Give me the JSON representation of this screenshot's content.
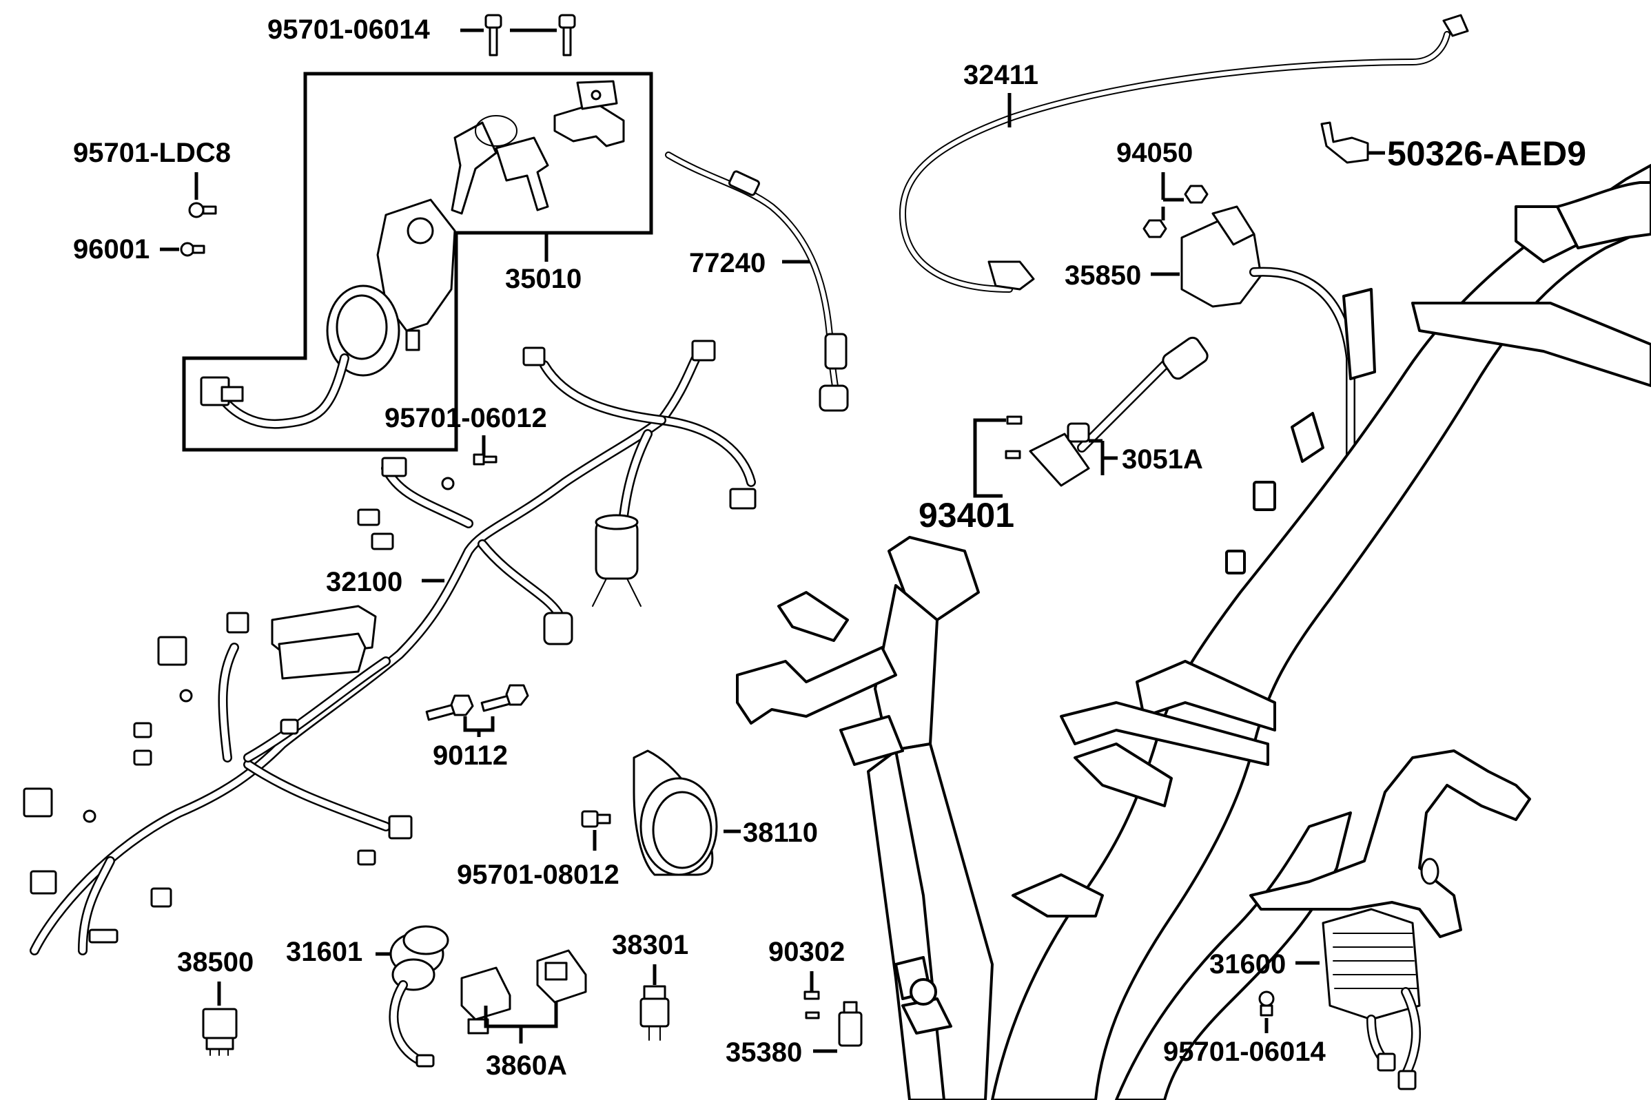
{
  "parts": {
    "p95701_06014_top": "95701-06014",
    "p95701_ldc8": "95701-LDC8",
    "p96001": "96001",
    "p35010": "35010",
    "p77240": "77240",
    "p32411": "32411",
    "p50326_aed9": "50326-AED9",
    "p94050": "94050",
    "p35850": "35850",
    "p95701_06012": "95701-06012",
    "p3051a": "3051A",
    "p93401": "93401",
    "p32100": "32100",
    "p90112": "90112",
    "p38110": "38110",
    "p95701_08012": "95701-08012",
    "p38500": "38500",
    "p31601": "31601",
    "p38301": "38301",
    "p90302": "90302",
    "p3860a": "3860A",
    "p35380": "35380",
    "p31600": "31600",
    "p95701_06014_bottom": "95701-06014"
  }
}
